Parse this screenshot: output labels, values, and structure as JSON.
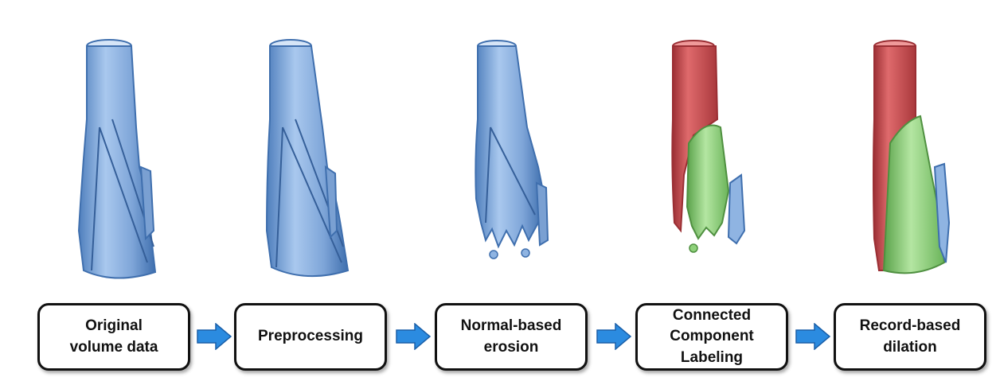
{
  "colors": {
    "bone_blue": "#8fb4e2",
    "bone_blue_dark": "#3f6fae",
    "component_red": "#c8464a",
    "component_green": "#8ed17a",
    "arrow_blue": "#2b8be0",
    "box_border": "#111111"
  },
  "pipeline": [
    {
      "id": "original",
      "label": "Original\nvolume data"
    },
    {
      "id": "preprocessing",
      "label": "Preprocessing"
    },
    {
      "id": "erosion",
      "label": "Normal-based\nerosion"
    },
    {
      "id": "ccl",
      "label": "Connected\nComponent\nLabeling"
    },
    {
      "id": "dilation",
      "label": "Record-based\ndilation"
    }
  ],
  "arrow_icon": "right-arrow-icon"
}
